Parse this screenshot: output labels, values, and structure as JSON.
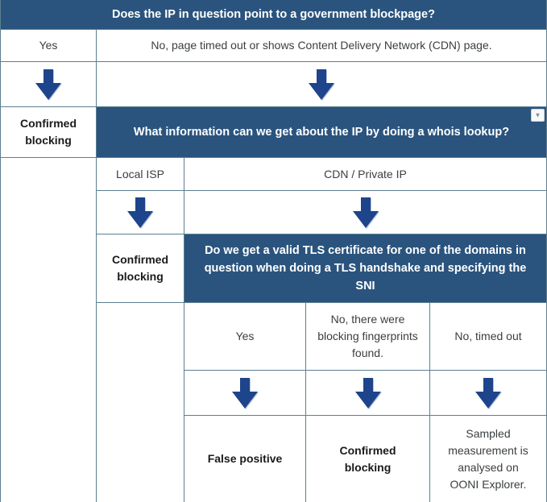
{
  "colors": {
    "header_bg": "#2a547e",
    "header_text": "#ffffff",
    "grid_line": "#5c7f90",
    "arrow_fill": "#1e448b",
    "body_text": "#3a3e41"
  },
  "icons": {
    "dropdown_icon": "▼",
    "arrow_down_icon": "block-arrow-down"
  },
  "flowchart": {
    "q1": "Does the IP in question point to a government blockpage?",
    "q1_yes": "Yes",
    "q1_no": "No, page timed out or shows Content Delivery Network (CDN) page.",
    "result_confirmed_1": "Confirmed blocking",
    "q2": "What information can we get about the IP by doing a whois lookup?",
    "q2_local_isp": "Local ISP",
    "q2_cdn_private": "CDN / Private IP",
    "result_confirmed_2": "Confirmed blocking",
    "q3": "Do we get a valid TLS certificate for one of the domains in question when doing a TLS handshake and specifying the SNI",
    "q3_yes": "Yes",
    "q3_no_fingerprints": "No, there were blocking fingerprints found.",
    "q3_no_timed_out": "No, timed out",
    "result_false_positive": "False positive",
    "result_confirmed_3": "Confirmed blocking",
    "result_sampled": "Sampled measurement is analysed on OONI Explorer."
  }
}
